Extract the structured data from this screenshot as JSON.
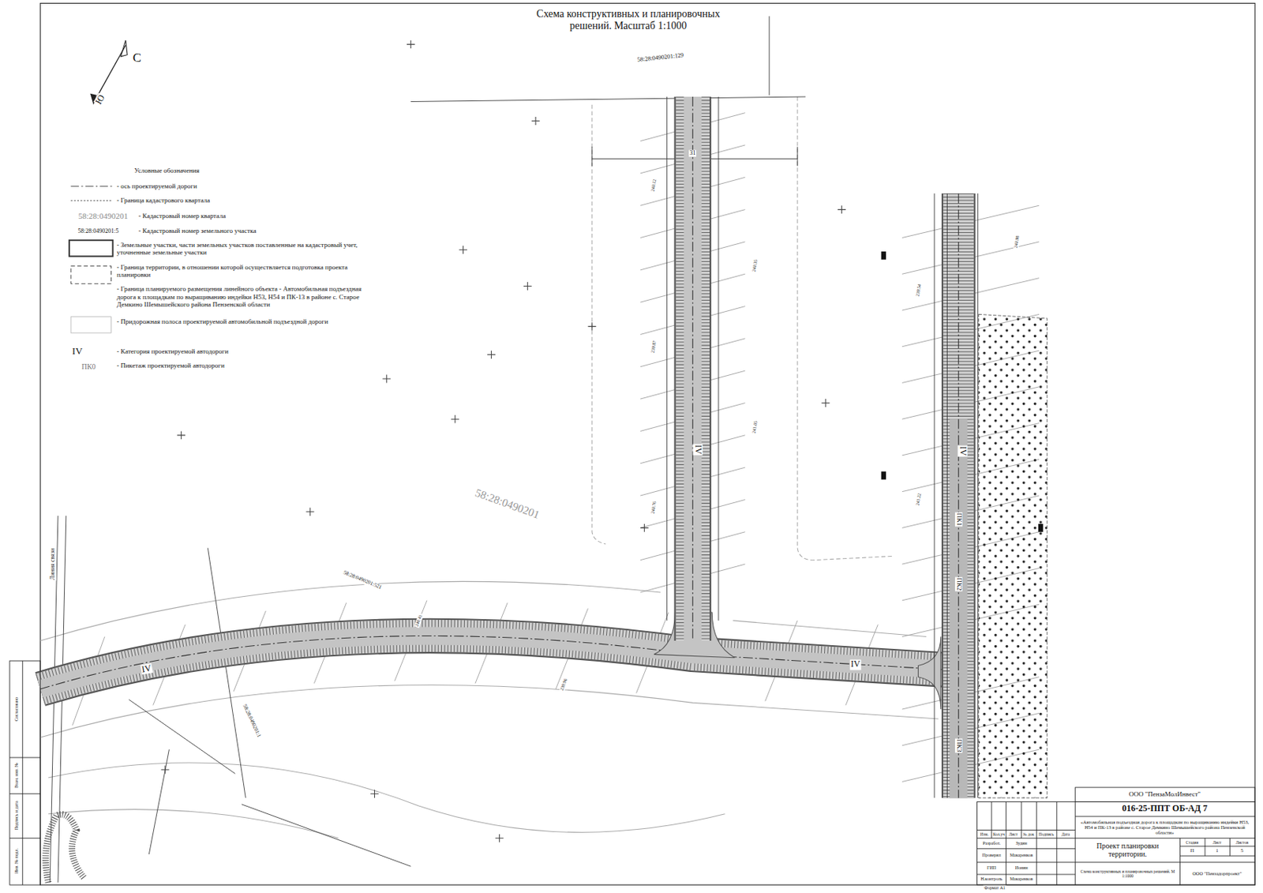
{
  "diagram": {
    "title": "Схема конструктивных и планировочных решений. Масштаб 1:1000",
    "labels": [
      "С",
      "Ю",
      "Условные обозначения",
      "58:28:0490201",
      "58:28:0490201:5",
      "IV",
      "ПК0",
      "58:28:0490201:129",
      "58:28:0490201",
      "58:28:0490201:521",
      "58:28:0490201:1",
      "IV",
      "IV",
      "IV",
      "IV",
      "ПК1",
      "ПК2",
      "ПК3",
      "Линия связи",
      "31",
      "ООО \"ПензаМолИнвест\"",
      "016-25-ППТ ОБ-АД 7",
      "«Автомобильная подъездная дорога к площадкам по выращиванию индейки Н53, Н54 и ПК-13 в районе с. Старое Демкино Шемышейского района Пензенской области»",
      "Изм.",
      "Кол.уч",
      "Лист",
      "№ док",
      "Подпись",
      "Дата",
      "Разработ.",
      "Зудин",
      "Проверил",
      "Макаренков",
      "ГИП",
      "Ионин",
      "Н.контроль",
      "Макаренков",
      "Проект планировки территории.",
      "Схема конструктивных и планировочных решений. М 1:1000",
      "Стадия",
      "Лист",
      "Листов",
      "П",
      "1",
      "5",
      "ООО \"Пензадорпроект\"",
      "Формат А1",
      "Согласовано",
      "Взам. инв. №",
      "Подпись и дата",
      "Инв. № подл.",
      "240.12",
      "240.35",
      "239.87",
      "241.05",
      "240.76",
      "239.54",
      "240.98",
      "241.22",
      "240.41",
      "239.96"
    ],
    "legend": [
      {
        "text": "- ось проектируемой дороги"
      },
      {
        "text": "- Граница кадастрового квартала"
      },
      {
        "text": "- Кадастровый номер квартала"
      },
      {
        "text": "- Кадастровый номер земельного участка"
      },
      {
        "text": "- Земельные участки, части земельных участков поставленные на кадастровый учет, уточненные земельные участки"
      },
      {
        "text": "- Граница территории, в отношении которой осуществляется подготовка проекта планировки"
      },
      {
        "text": "- Граница планируемого размещения линейного объекта - Автомобильная подъездная дорога к площадкам по выращиванию индейки Н53, Н54 и ПК-13 в районе с. Старое Демкино Шемышейского района Пензенской области"
      },
      {
        "text": "- Придорожная полоса проектируемой автомобильной подъездной дороги"
      },
      {
        "text": "- Категория проектируемой автодороги"
      },
      {
        "text": "- Пикетаж проектируемой автодороги"
      }
    ]
  }
}
